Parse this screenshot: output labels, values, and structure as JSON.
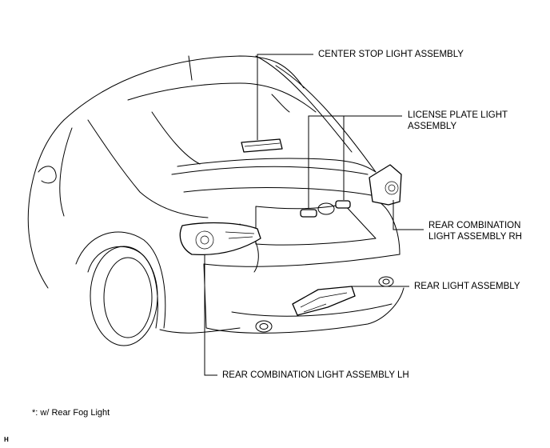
{
  "labels": {
    "center_stop": "CENTER STOP LIGHT ASSEMBLY",
    "license_plate": [
      "LICENSE PLATE LIGHT",
      "ASSEMBLY"
    ],
    "rear_combination_rh": [
      "REAR COMBINATION",
      "LIGHT ASSEMBLY RH"
    ],
    "rear_light": "REAR LIGHT ASSEMBLY",
    "rear_combination_lh": "REAR COMBINATION LIGHT ASSEMBLY LH"
  },
  "footnote": "*: w/ Rear Fog Light",
  "corner_code": "H"
}
